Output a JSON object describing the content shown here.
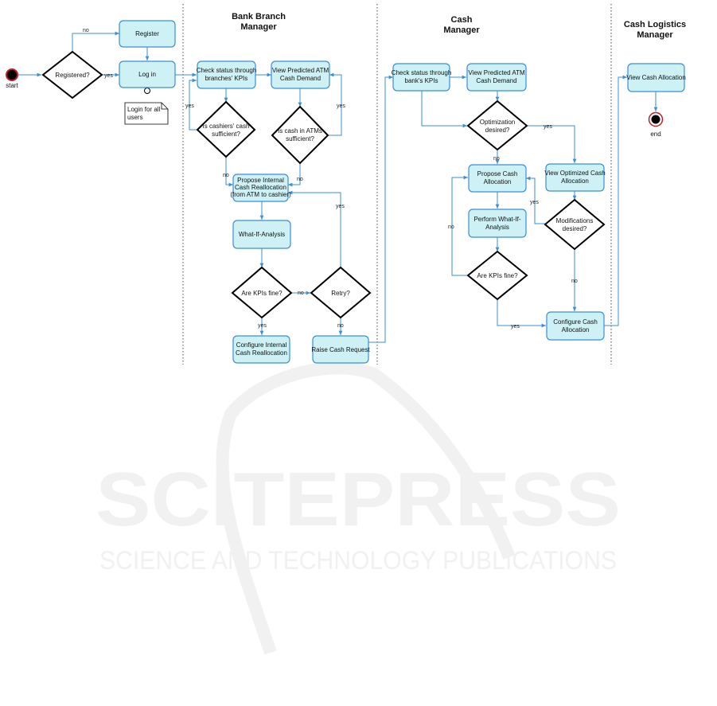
{
  "lanes": [
    {
      "id": "bbm",
      "title_lines": [
        "Bank Branch",
        "Manager"
      ]
    },
    {
      "id": "cm",
      "title_lines": [
        "Cash",
        "Manager"
      ]
    },
    {
      "id": "clm",
      "title_lines": [
        "Cash Logistics",
        "Manager"
      ]
    }
  ],
  "start_label": "start",
  "end_label": "end",
  "note_lines": [
    "Login for all",
    "users"
  ],
  "watermark": {
    "main": "SCITEPRESS",
    "sub": "SCIENCE AND TECHNOLOGY PUBLICATIONS"
  },
  "nodes": {
    "registered": [
      "Registered?"
    ],
    "register": [
      "Register"
    ],
    "login": [
      "Log in"
    ],
    "check_kpis_branch": [
      "Check status through",
      "branches' KPIs"
    ],
    "view_atm_demand_branch": [
      "View Predicted ATM",
      "Cash Demand"
    ],
    "cashiers_sufficient": [
      "Is cashiers' cash",
      "sufficient?"
    ],
    "atm_sufficient": [
      "Is cash in ATMs",
      "sufficient?"
    ],
    "propose_internal": [
      "Propose Internal",
      "Cash Reallocation",
      "(from ATM to cashier)"
    ],
    "what_if_branch": [
      "What-If-Analysis"
    ],
    "kpis_fine_branch": [
      "Are KPIs fine?"
    ],
    "retry": [
      "Retry?"
    ],
    "configure_internal": [
      "Configure Internal",
      "Cash Reallocation"
    ],
    "raise_request": [
      "Raise Cash Request"
    ],
    "check_kpis_bank": [
      "Check status through",
      "bank's KPIs"
    ],
    "view_atm_demand_cm": [
      "View Predicted ATM",
      "Cash Demand"
    ],
    "optimization_desired": [
      "Optimization",
      "desired?"
    ],
    "propose_allocation": [
      "Propose Cash",
      "Allocation"
    ],
    "view_optimized": [
      "View Optimized Cash",
      "Allocation"
    ],
    "what_if_cm": [
      "Perform What-If-",
      "Analysis"
    ],
    "modifications_desired": [
      "Modifications",
      "desired?"
    ],
    "kpis_fine_cm": [
      "Are KPIs fine?"
    ],
    "configure_allocation": [
      "Configure Cash",
      "Allocation"
    ],
    "view_allocation": [
      "View Cash Allocation"
    ]
  },
  "edge_labels": {
    "no": "no",
    "yes": "yes"
  }
}
